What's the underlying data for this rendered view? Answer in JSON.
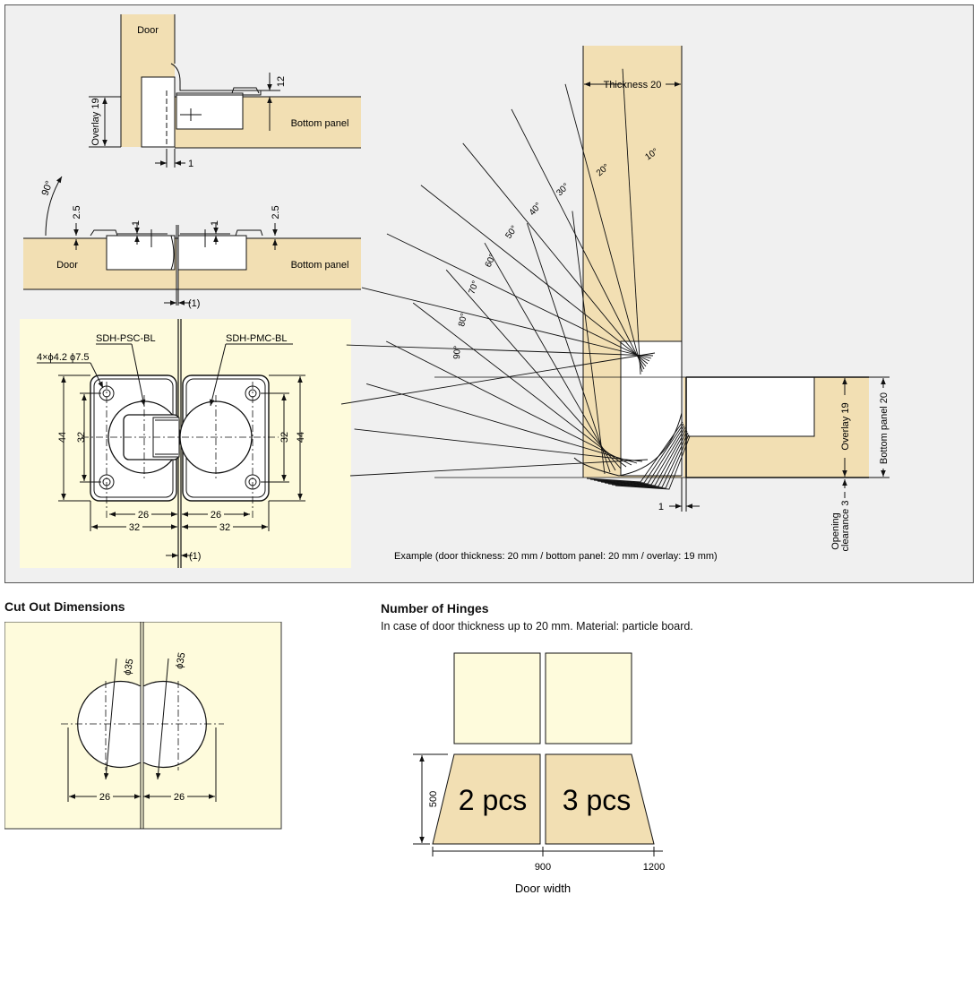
{
  "colors": {
    "wood": "#f2dfb3",
    "cream": "#fefbdc",
    "panel_bg": "#f0f0f0",
    "line": "#111111"
  },
  "top_left": {
    "door": "Door",
    "bottom_panel": "Bottom panel",
    "overlay": "Overlay 19",
    "dim_12": "12",
    "dim_1": "1"
  },
  "mid_left": {
    "angle": "90°",
    "door": "Door",
    "bottom_panel": "Bottom panel",
    "dim_2_5_left": "2.5",
    "dim_2_5_right": "2.5",
    "dim_1_left": "1",
    "dim_1_right": "1",
    "gap": "(1)"
  },
  "hinge_plan": {
    "left_model": "SDH-PSC-BL",
    "right_model": "SDH-PMC-BL",
    "holes": "4×ϕ4.2 ϕ7.5",
    "dim_44_left": "44",
    "dim_32_left": "32",
    "dim_32_right": "32",
    "dim_44_right": "44",
    "dim_26_left": "26",
    "dim_26_right": "26",
    "dim_32_bottom_left": "32",
    "dim_32_bottom_right": "32",
    "gap": "(1)"
  },
  "swing": {
    "thickness": "Thickness 20",
    "angles": [
      "10°",
      "20°",
      "30°",
      "40°",
      "50°",
      "60°",
      "70°",
      "80°",
      "90°"
    ],
    "overlay": "Overlay 19",
    "bottom_panel": "Bottom panel 20",
    "dim_1": "1",
    "opening_line1": "Opening",
    "opening_line2": "clearance 3",
    "example": "Example (door thickness: 20 mm / bottom panel: 20 mm / overlay: 19 mm)"
  },
  "cutout": {
    "title": "Cut Out Dimensions",
    "dia_left": "ϕ35",
    "dia_right": "ϕ35",
    "dim_left": "26",
    "dim_right": "26"
  },
  "hinges": {
    "title": "Number of Hinges",
    "subtitle": "In case of door thickness up to 20 mm. Material: particle board.",
    "label_2": "2 pcs",
    "label_3": "3 pcs",
    "height": "500",
    "tick_900": "900",
    "tick_1200": "1200",
    "axis_label": "Door width"
  }
}
